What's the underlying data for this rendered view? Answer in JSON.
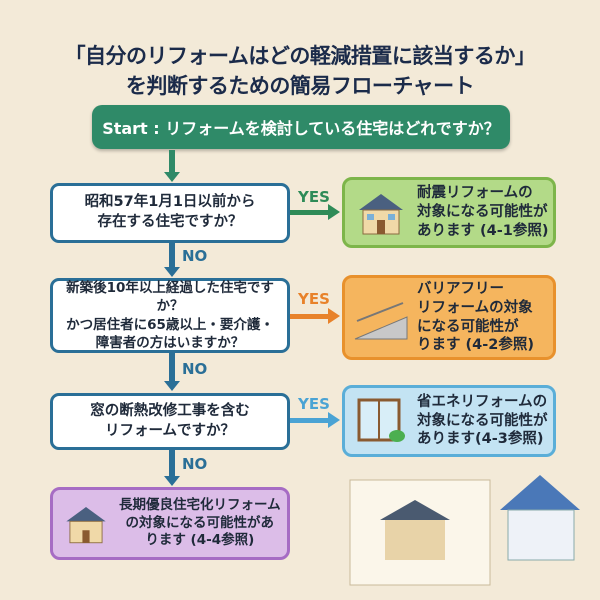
{
  "title": {
    "line1": "「自分のリフォームはどの軽減措置に該当するか」",
    "line2": "を判断するための簡易フローチャート"
  },
  "start": "Start : リフォームを検討している住宅はどれですか？",
  "questions": [
    {
      "text": "昭和57年1月1日以前から\n存在する住宅ですか？"
    },
    {
      "text": "新築後10年以上経過した住宅ですか？\nかつ居住者に65歳以上・要介護・\n障害者の方はいますか？"
    },
    {
      "text": "窓の断熱改修工事を含む\nリフォームですか？"
    }
  ],
  "results": [
    {
      "text": "耐震リフォームの\n対象になる可能性が\nあります (4-1参照)",
      "color": "#b3da88",
      "border": "#7db54a",
      "icon": "house-icon"
    },
    {
      "text": "バリアフリー\nリフォームの対象\nになる可能性が\nります (4-2参照)",
      "color": "#f5b55e",
      "border": "#e8912c",
      "icon": "ramp-icon"
    },
    {
      "text": "省エネリフォームの\n対象になる可能性が\nあります(4-3参照)",
      "color": "#c3e3f3",
      "border": "#5aaed8",
      "icon": "window-leaf-icon"
    },
    {
      "text": "長期優良住宅化リフォーム\nの対象になる可能性があ\nります (4-4参照)",
      "color": "#dcbde8",
      "border": "#a66cc4",
      "icon": "house-icon"
    }
  ],
  "labels": {
    "yes": "YES",
    "no": "NO"
  },
  "colors": {
    "yes1": "#2e8b57",
    "yes2": "#e8822a",
    "yes3": "#4aa3d4",
    "no": "#2a6f97"
  }
}
